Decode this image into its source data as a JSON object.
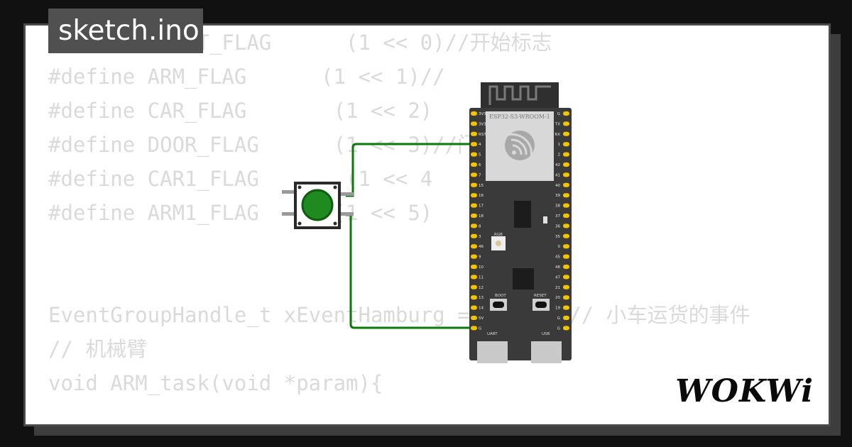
{
  "tab": {
    "filename": "sketch.ino"
  },
  "code_lines": [
    "#define START_FLAG      (1 << 0)//开始标志",
    "#define ARM_FLAG      (1 << 1)//",
    "#define CAR_FLAG       (1 << 2)",
    "#define DOOR_FLAG      (1 << 3)//门",
    "#define CAR1_FLAG       (1 << 4",
    "#define ARM1_FLAG      (1 << 5)",
    "",
    "",
    "EventGroupHandle_t xEventHamburg = NULL;  // 小车运货的事件",
    "// 机械臂",
    "void ARM_task(void *param){"
  ],
  "board": {
    "name": "ESP32-S3-WROOM-1",
    "left_pins": [
      "3V3",
      "3V3",
      "RST",
      "4",
      "5",
      "6",
      "7",
      "15",
      "16",
      "17",
      "18",
      "8",
      "3",
      "46",
      "9",
      "10",
      "11",
      "12",
      "13",
      "14",
      "5V",
      "G"
    ],
    "right_pins": [
      "G",
      "TX",
      "RX",
      "1",
      "2",
      "42",
      "41",
      "40",
      "39",
      "38",
      "37",
      "36",
      "35",
      "0",
      "45",
      "48",
      "47",
      "21",
      "20",
      "19",
      "G",
      "G"
    ],
    "labels": {
      "rgb": "RGB",
      "boot": "BOOT",
      "reset": "RESET",
      "uart": "UART",
      "usb": "USB"
    }
  },
  "brand": {
    "logo_text": "WOKWi"
  },
  "colors": {
    "background": "#111111",
    "card": "#ffffff",
    "tab": "#505050",
    "code": "#dadada",
    "board": "#3a3a3a",
    "wire": "#0a7a0a",
    "button": "#1f8a1f",
    "pin": "#f5c400"
  }
}
